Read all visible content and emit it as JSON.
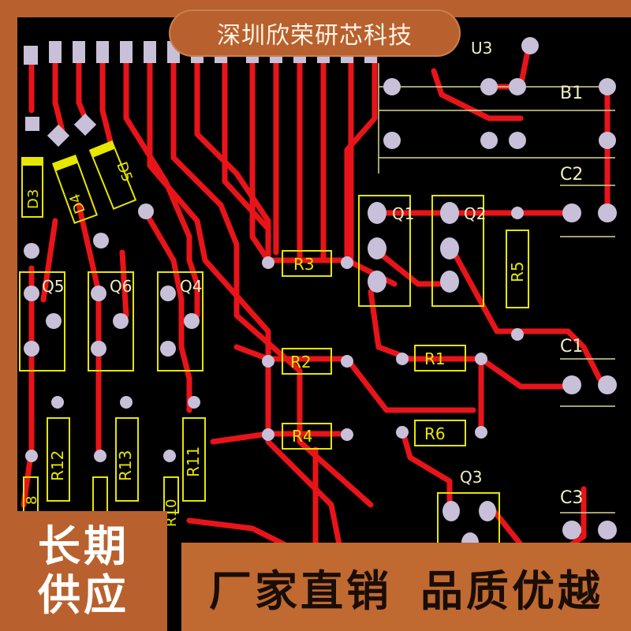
{
  "banner": {
    "company": "深圳欣荣研芯科技"
  },
  "corner": {
    "line1": "长期",
    "line2": "供应"
  },
  "tagline": {
    "part1": "厂家直销",
    "part2": "品质优越"
  },
  "pcb": {
    "board_color": "#000000",
    "trace_color": "#e8141a",
    "pad_color": "#c8bfd8",
    "silkscreen_color": "#e6e600",
    "labels": {
      "u3": "U3",
      "b1": "B1",
      "c2": "C2",
      "c1": "C1",
      "c3": "C3",
      "q1": "Q1",
      "q2": "Q2",
      "q3": "Q3",
      "q4": "Q4",
      "q5": "Q5",
      "q6": "Q6",
      "r1": "R1",
      "r2": "R2",
      "r3": "R3",
      "r4": "R4",
      "r5": "R5",
      "r6": "R6",
      "r10": "R10",
      "r11": "R11",
      "r12": "R12",
      "r13": "R13",
      "r8": "8",
      "d3": "D3",
      "d4": "D4",
      "d5": "D5"
    }
  }
}
